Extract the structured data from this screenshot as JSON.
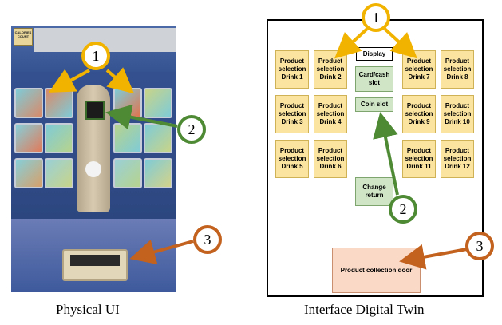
{
  "captions": {
    "physical": "Physical UI",
    "twin": "Interface Digital Twin"
  },
  "photo": {
    "sticker": "CALORIES COUNT"
  },
  "callouts": [
    "1",
    "2",
    "3"
  ],
  "colors": {
    "callout_1": "#f2b300",
    "callout_2": "#4e8a34",
    "callout_3": "#c3611e",
    "drink_fill": "#fbe49f",
    "slot_fill": "#cfe5c6",
    "door_fill": "#fad9c6"
  },
  "twin": {
    "display": "Display",
    "card_slot": "Card/cash slot",
    "coin_slot": "Coin slot",
    "change_return": "Change return",
    "door": "Product collection door",
    "drinks": [
      "Product selection Drink 1",
      "Product selection Drink 2",
      "Product selection Drink 3",
      "Product selection Drink 4",
      "Product selection Drink 5",
      "Product selection Drink 6",
      "Product selection Drink 7",
      "Product selection Drink 8",
      "Product selection Drink 9",
      "Product selection Drink 10",
      "Product selection Drink 11",
      "Product selection Drink 12"
    ]
  }
}
